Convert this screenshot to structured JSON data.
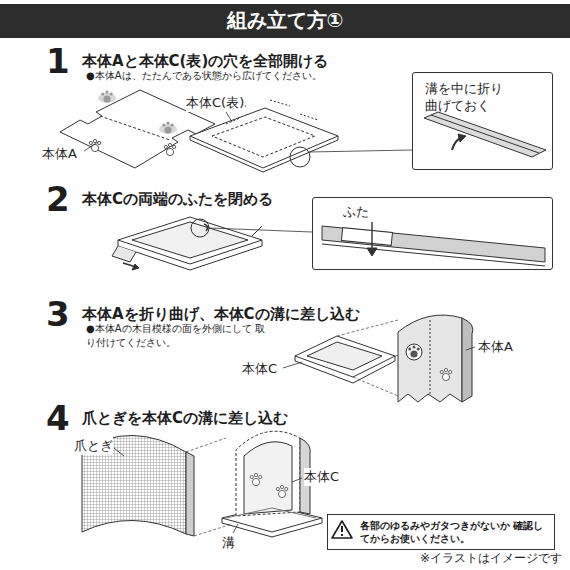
{
  "diagram": {
    "title": "組み立て方①",
    "caption": "※イラストはイメージです",
    "nodes": [
      {
        "text": [
          "溝を中に折り曲げておく"
        ]
      },
      {
        "text": [
          "ふた"
        ]
      },
      {
        "text": [
          "各部のゆるみやガタつきがないか 確認してからお使いください。"
        ]
      }
    ],
    "labels": [
      "1",
      "本体Aと本体C(表)の穴を全部開ける",
      "●本体Aは、たたんである状態から広げてください。",
      "本体A",
      "本体C(表)",
      "2",
      "本体Cの両端のふたを閉める",
      "3",
      "本体Aを折り曲げ、本体Cの溝に差し込む",
      "●本体Aの木目模様の面を外側にして 取り付けてください。",
      "本体C",
      "本体A",
      "4",
      "爪とぎを本体Cの溝に差し込む",
      "爪とぎ",
      "本体C",
      "溝"
    ]
  }
}
